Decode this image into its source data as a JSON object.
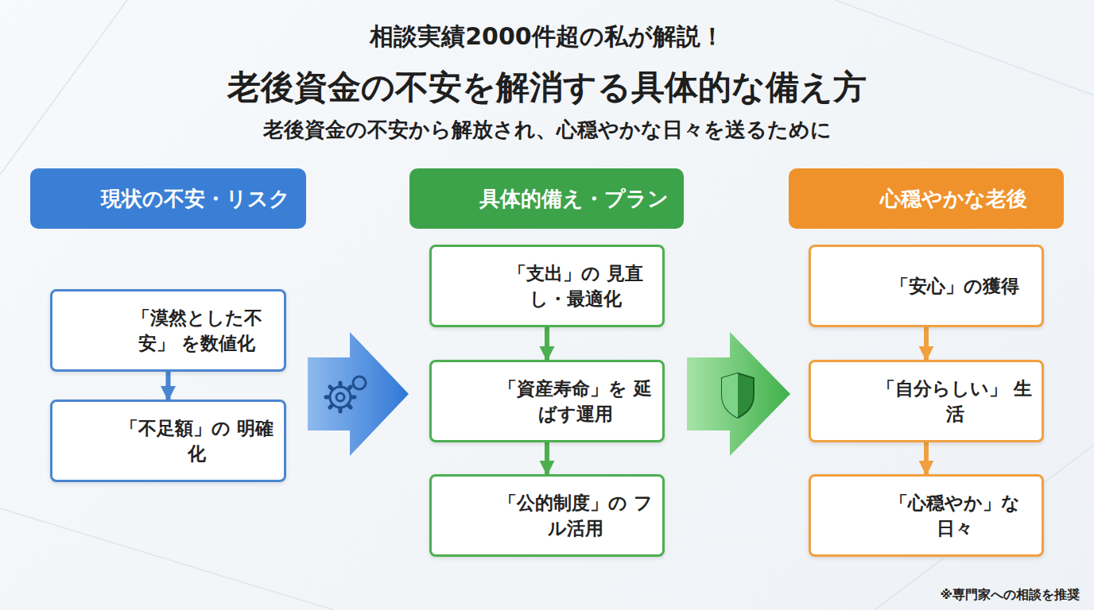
{
  "diagram": {
    "title": "老後資金の不安を解消する具体的な備え方",
    "nodes": [
      {
        "text": [
          "現状の不安・リスク"
        ]
      },
      {
        "text": [
          "「漠然とした不安」 を数値化"
        ]
      },
      {
        "text": [
          "「不足額」の 明確化"
        ]
      },
      {
        "text": [
          "具体的備え・プラン"
        ]
      },
      {
        "text": [
          "「支出」の 見直し・最適化"
        ]
      },
      {
        "text": [
          "「資産寿命」を 延ばす運用"
        ]
      },
      {
        "text": [
          "「公的制度」の フル活用"
        ]
      },
      {
        "text": [
          "心穏やかな老後"
        ]
      },
      {
        "text": [
          "「安心」の獲得"
        ]
      },
      {
        "text": [
          "「自分らしい」 生活"
        ]
      },
      {
        "text": [
          "「心穏やか」な 日々"
        ]
      }
    ],
    "edges": [
      {
        "from": 1,
        "to": 2,
        "arrow": "to"
      },
      {
        "from": 4,
        "to": 5,
        "arrow": "to"
      },
      {
        "from": 5,
        "to": 6,
        "arrow": "to"
      },
      {
        "from": 8,
        "to": 9,
        "arrow": "to"
      },
      {
        "from": 9,
        "to": 10,
        "arrow": "to"
      }
    ],
    "labels": [
      "相談実績2000件超の私が解説！",
      "老後資金の不安から解放され、心穏やかな日々を送るために",
      "※専門家への相談を推奨"
    ]
  }
}
